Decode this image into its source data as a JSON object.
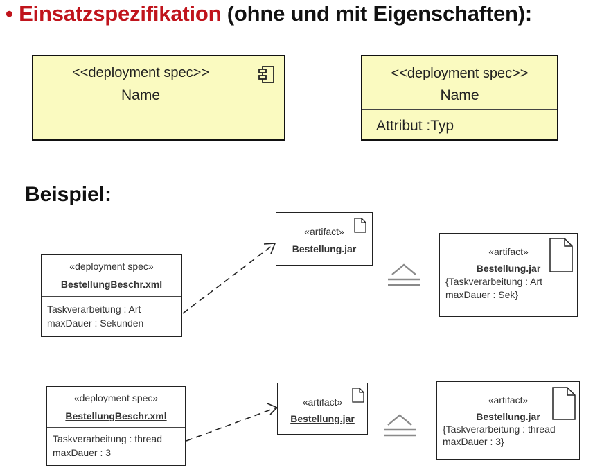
{
  "header": {
    "bullet": "•",
    "title_highlight": "Einsatzspezifikation",
    "title_rest": " (ohne und mit Eigenschaften):"
  },
  "notation": {
    "spec_no_props": {
      "stereotype": "<<deployment spec>>",
      "name": "Name"
    },
    "spec_with_props": {
      "stereotype": "<<deployment spec>>",
      "name": "Name",
      "attribute": "Attribut :Typ"
    }
  },
  "example": {
    "heading": "Beispiel:",
    "row1": {
      "spec": {
        "stereotype": "«deployment spec»",
        "name": "BestellungBeschr.xml",
        "attr1": "Taskverarbeitung : Art",
        "attr2": "maxDauer : Sekunden"
      },
      "artifact": {
        "stereotype": "«artifact»",
        "name": "Bestellung.jar"
      },
      "result": {
        "stereotype": "«artifact»",
        "name": "Bestellung.jar",
        "prop1": "{Taskverarbeitung : Art",
        "prop2": "maxDauer : Sek}"
      }
    },
    "row2": {
      "spec": {
        "stereotype": "«deployment spec»",
        "name": "BestellungBeschr.xml",
        "attr1": "Taskverarbeitung : thread",
        "attr2": "maxDauer : 3"
      },
      "artifact": {
        "stereotype": "«artifact»",
        "name": "Bestellung.jar"
      },
      "result": {
        "stereotype": "«artifact»",
        "name": "Bestellung.jar",
        "prop1": "{Taskverarbeitung : thread",
        "prop2": "maxDauer : 3}"
      }
    }
  },
  "colors": {
    "accent": "#c0141c",
    "spec_fill": "#fafac0"
  },
  "icons": [
    "component-icon",
    "document-icon",
    "equivalence-icon",
    "dependency-arrow"
  ]
}
